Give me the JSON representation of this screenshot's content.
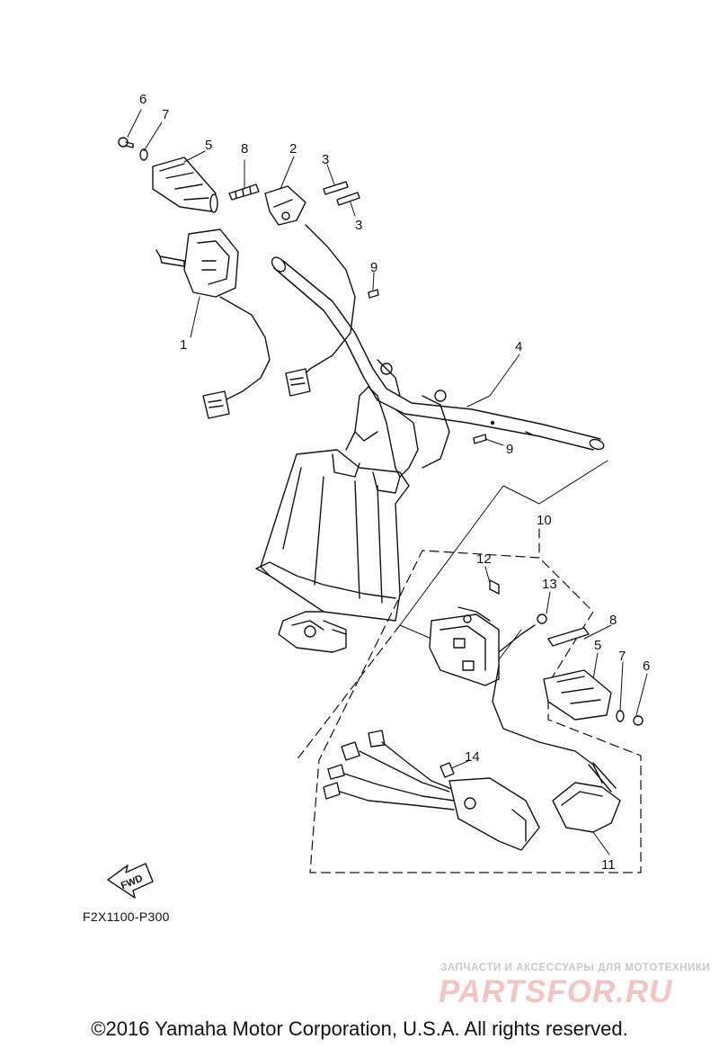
{
  "diagram": {
    "callouts": {
      "c1": "1",
      "c2": "2",
      "c3a": "3",
      "c3b": "3",
      "c4": "4",
      "c5a": "5",
      "c5b": "5",
      "c6a": "6",
      "c6b": "6",
      "c7a": "7",
      "c7b": "7",
      "c8a": "8",
      "c8b": "8",
      "c9a": "9",
      "c9b": "9",
      "c10": "10",
      "c11": "11",
      "c12": "12",
      "c13": "13",
      "c14": "14"
    },
    "fwd_arrow_label": "FWD",
    "drawing_code": "F2X1100-P300"
  },
  "watermark": {
    "tagline": "ЗАПЧАСТИ И АКСЕССУАРЫ ДЛЯ МОТОТЕХНИКИ",
    "brand": "PARTSFOR.RU",
    "brand_color": "#f2c4c4"
  },
  "footer": {
    "copyright": "©2016 Yamaha Motor Corporation, U.S.A. All rights reserved."
  }
}
